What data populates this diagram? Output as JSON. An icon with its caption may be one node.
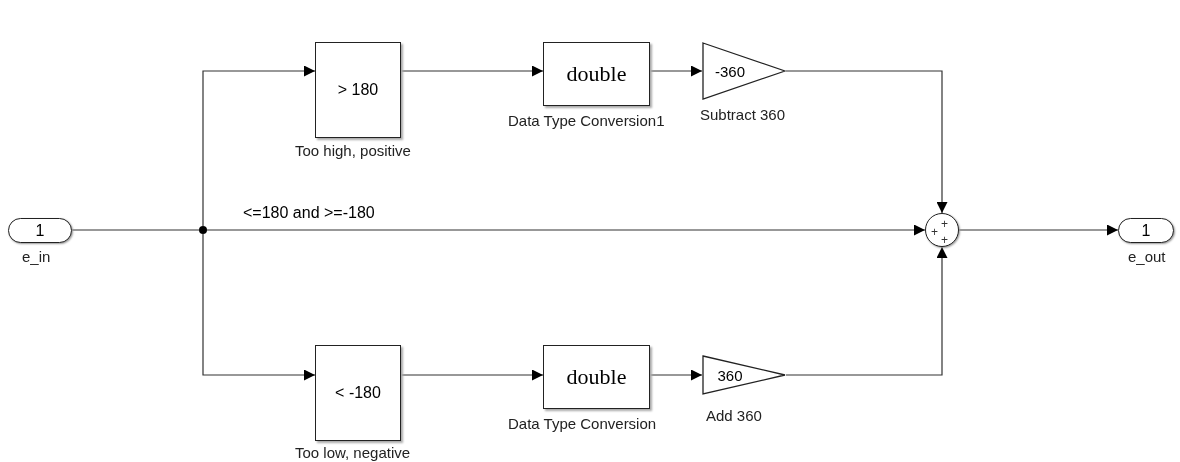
{
  "diagram": {
    "nodes": [
      {
        "text": [
          "1"
        ],
        "beside": [
          "e_in"
        ]
      },
      {
        "text": [],
        "shape": "circle"
      },
      {
        "text": [
          "> 180"
        ],
        "beside": [
          "Too high, positive"
        ]
      },
      {
        "text": [
          "double"
        ],
        "beside": [
          "Data Type Conversion1"
        ]
      },
      {
        "text": [
          "-360"
        ],
        "beside": [
          "Subtract 360"
        ]
      },
      {
        "text": [
          "< -180"
        ],
        "beside": [
          "Too low, negative"
        ]
      },
      {
        "text": [
          "double"
        ],
        "beside": [
          "Data Type Conversion"
        ]
      },
      {
        "text": [
          "360"
        ],
        "beside": [
          "Add 360"
        ]
      },
      {
        "text": [
          "+",
          "+",
          "+"
        ]
      },
      {
        "text": [
          "1"
        ],
        "beside": [
          "e_out"
        ]
      }
    ],
    "edges": [
      {
        "from": 0,
        "to": 1,
        "arrow": "none"
      },
      {
        "from": 1,
        "to": 2,
        "arrow": "to"
      },
      {
        "from": 2,
        "to": 3,
        "arrow": "to"
      },
      {
        "from": 3,
        "to": 4,
        "arrow": "to"
      },
      {
        "from": 4,
        "to": 8,
        "arrow": "to"
      },
      {
        "from": 1,
        "to": 8,
        "arrow": "to",
        "label": "<=180 and >=-180"
      },
      {
        "from": 1,
        "to": 5,
        "arrow": "to"
      },
      {
        "from": 5,
        "to": 6,
        "arrow": "to"
      },
      {
        "from": 6,
        "to": 7,
        "arrow": "to"
      },
      {
        "from": 7,
        "to": 8,
        "arrow": "to"
      },
      {
        "from": 8,
        "to": 9,
        "arrow": "to"
      }
    ]
  }
}
